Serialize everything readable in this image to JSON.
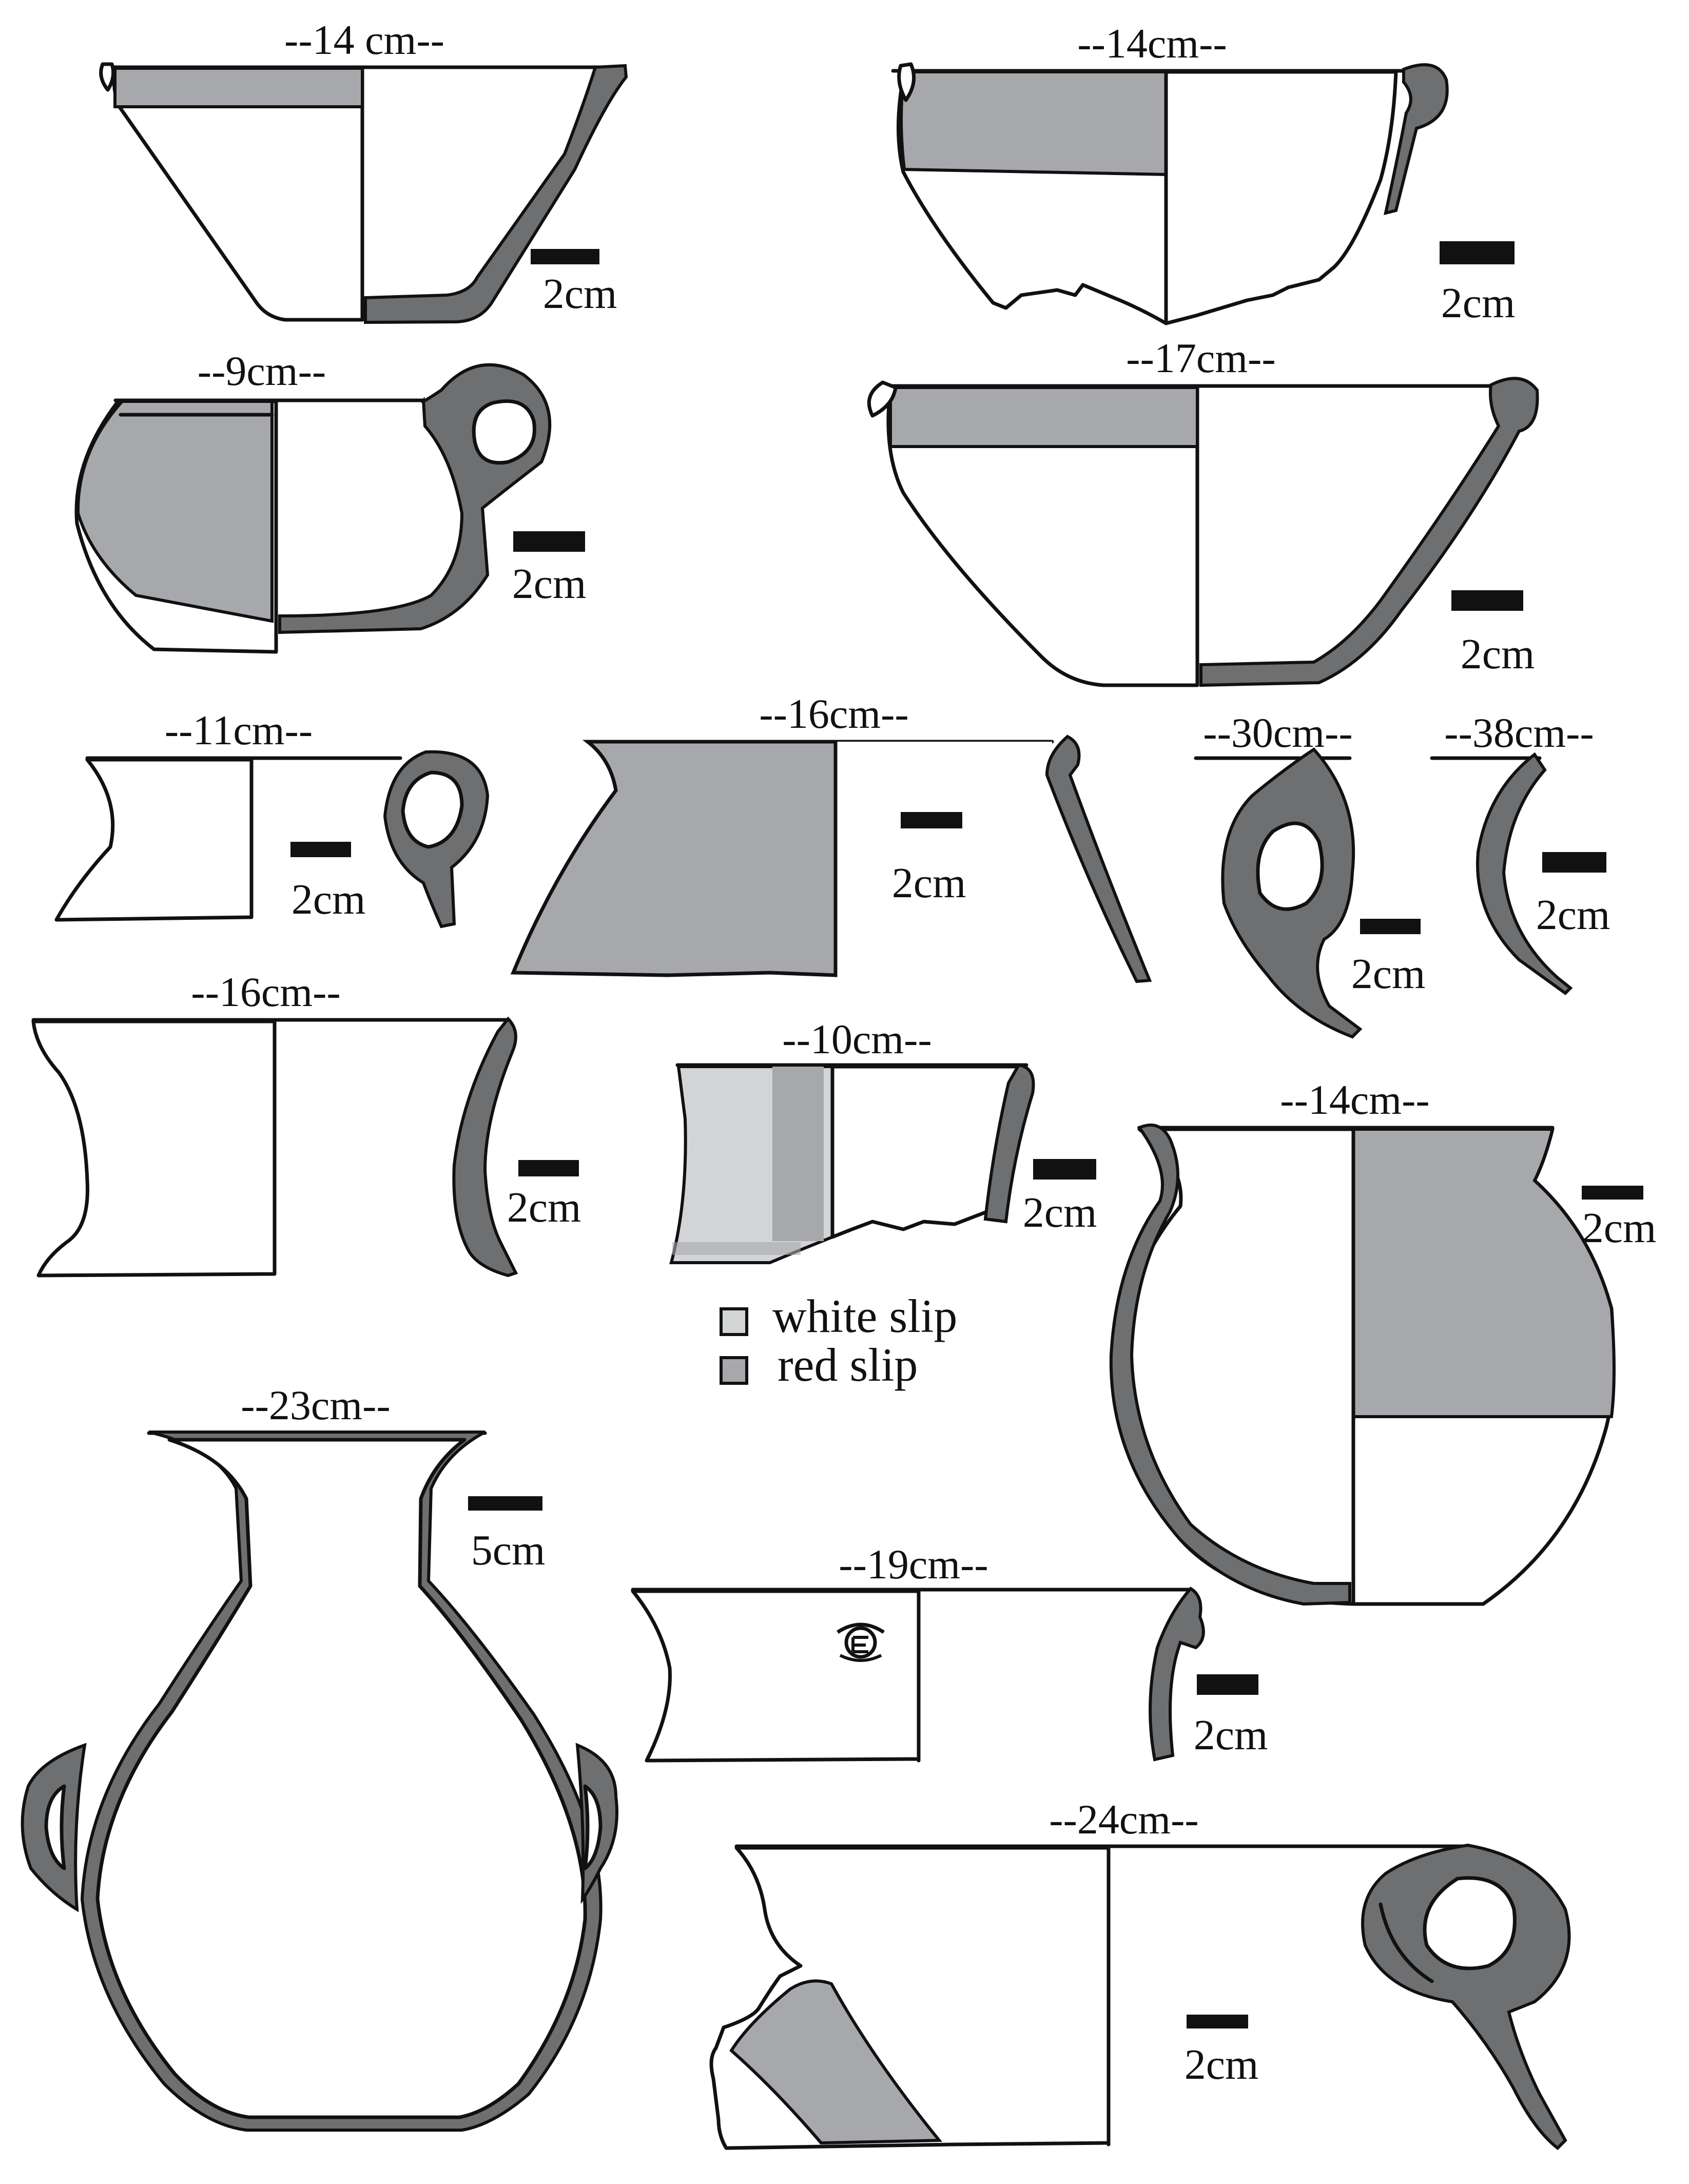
{
  "colors": {
    "background": "#ffffff",
    "outline": "#111111",
    "red_slip_fill": "#a7a8ab",
    "section_fill": "#6e6f71",
    "white_slip_fill": "#d3d4d6",
    "scale_bar": "#111111"
  },
  "vessels": [
    {
      "diameter": "--14 cm--",
      "scale": "2cm"
    },
    {
      "diameter": "--14cm--",
      "scale": "2cm"
    },
    {
      "diameter": "--9cm--",
      "scale": "2cm"
    },
    {
      "diameter": "--17cm--",
      "scale": "2cm"
    },
    {
      "diameter": "--11cm--",
      "scale": "2cm"
    },
    {
      "diameter": "--16cm--",
      "scale": "2cm"
    },
    {
      "diameter": "--30cm--",
      "scale": "2cm"
    },
    {
      "diameter": "--38cm--",
      "scale": "2cm"
    },
    {
      "diameter": "--16cm--",
      "scale": "2cm"
    },
    {
      "diameter": "--10cm--",
      "scale": "2cm"
    },
    {
      "diameter": "--14cm--",
      "scale": "2cm"
    },
    {
      "diameter": "--23cm--",
      "scale": "5cm"
    },
    {
      "diameter": "--19cm--",
      "scale": "2cm"
    },
    {
      "diameter": "--24cm--",
      "scale": "2cm"
    }
  ],
  "legend": {
    "items": [
      {
        "label": "white slip",
        "swatch": "#d3d4d6"
      },
      {
        "label": "red slip",
        "swatch": "#a7a8ab"
      }
    ]
  }
}
